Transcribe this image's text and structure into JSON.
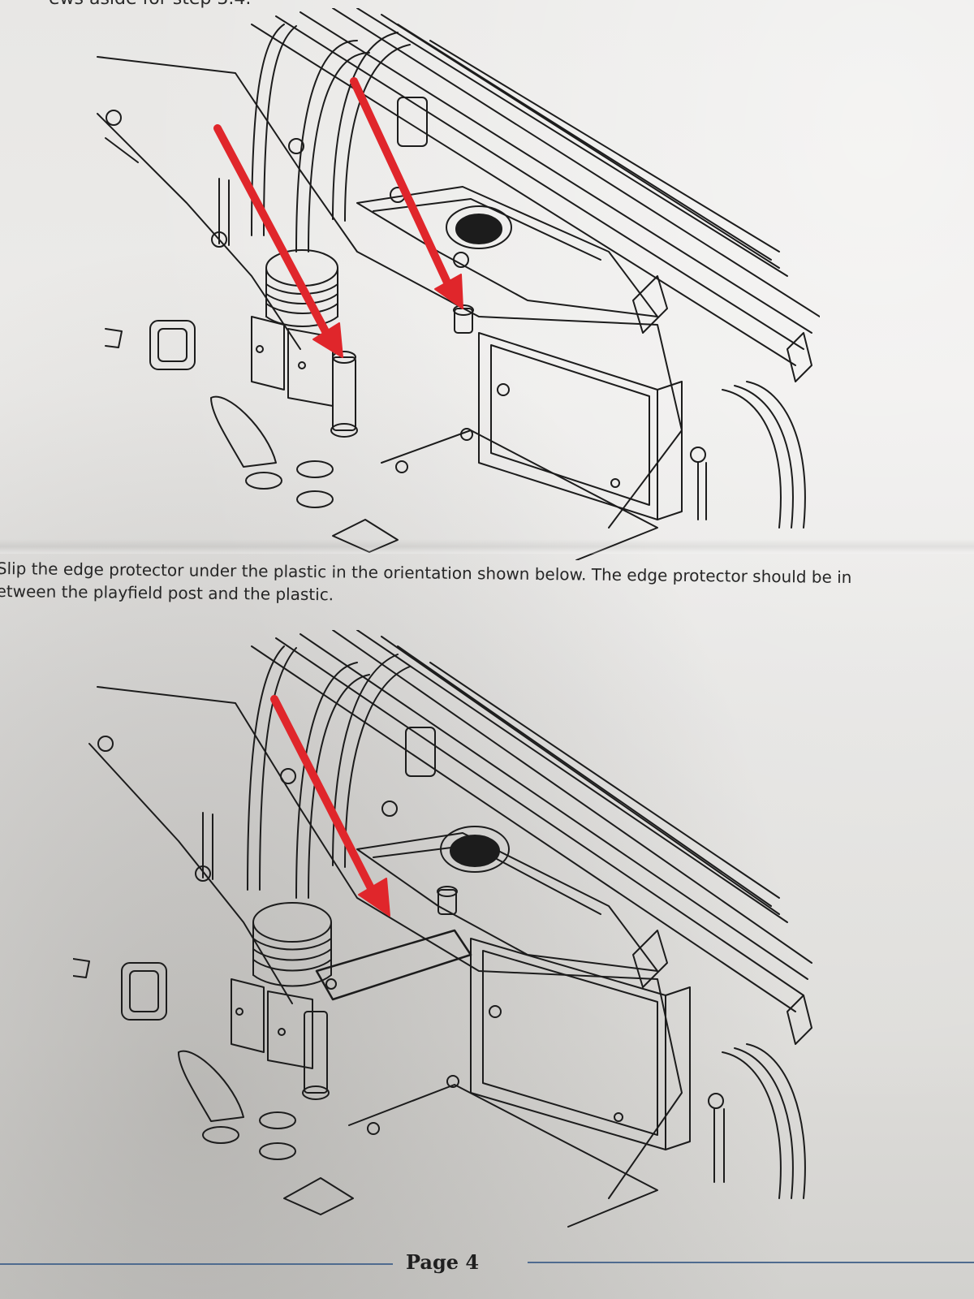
{
  "document": {
    "top_cutoff_text": "ews aside for step 3.4.",
    "instruction_lines": [
      "Slip the edge protector under the plastic in the orientation shown below. The edge protector should be in",
      "etween the playfield post and the plastic."
    ],
    "page_label": "Page 4"
  },
  "figures": [
    {
      "id": "before",
      "arrow_count": 2
    },
    {
      "id": "after",
      "arrow_count": 1
    }
  ],
  "colors": {
    "paper": "#e8e7e5",
    "ink": "#1c1c1c",
    "arrow": "#e0262b",
    "footer_rule": "#4f6b8f"
  }
}
